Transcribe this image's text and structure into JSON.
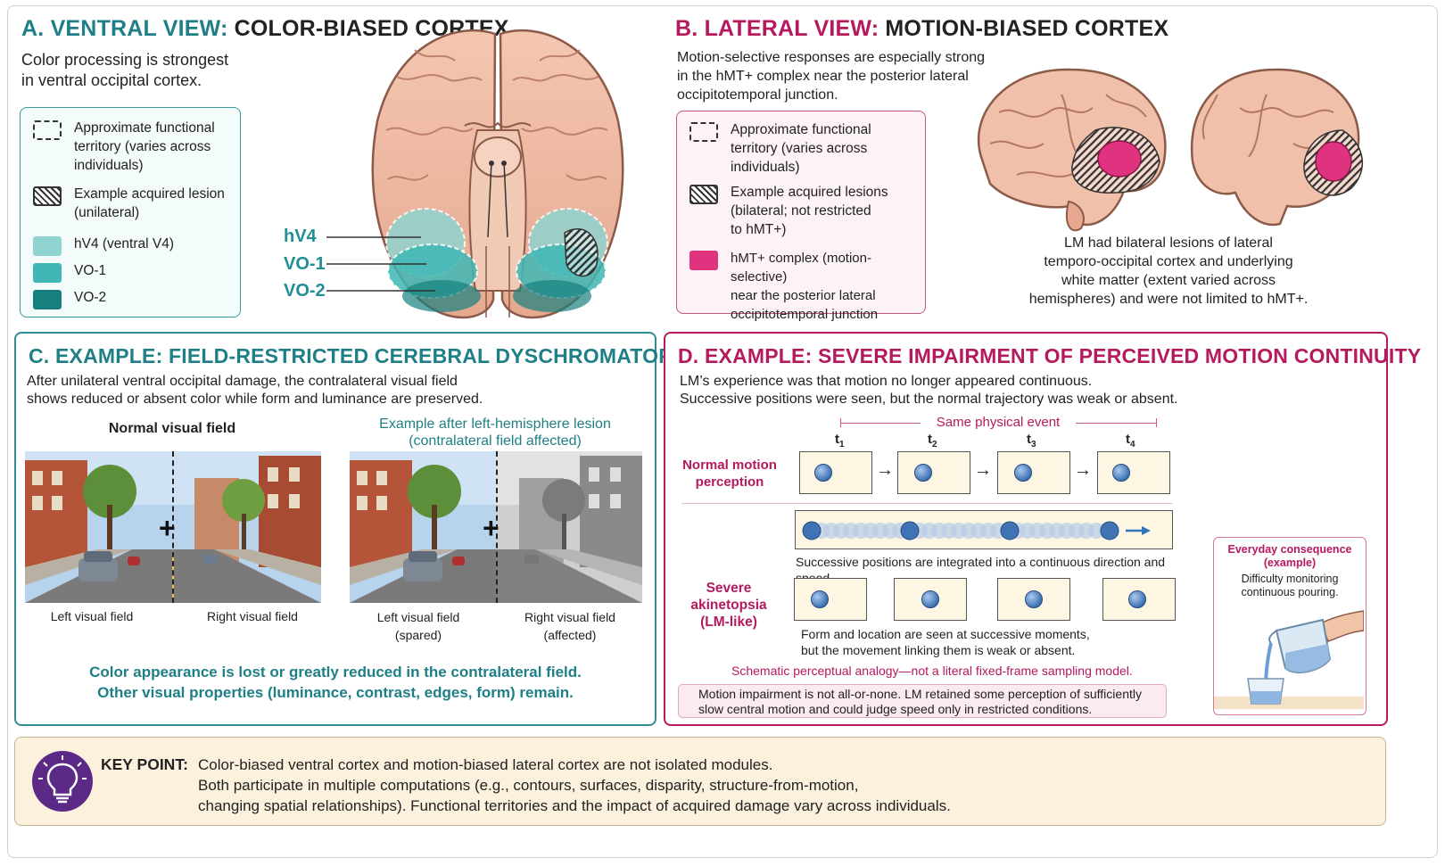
{
  "panelA": {
    "title_letter": "A.",
    "title_view": "VENTRAL VIEW:",
    "title_rest": "COLOR-BIASED CORTEX",
    "desc_line1": "Color processing is strongest",
    "desc_line2": "in ventral occipital cortex.",
    "legend": {
      "approx_line1": "Approximate functional",
      "approx_line2": "territory (varies across",
      "approx_line3": "individuals)",
      "lesion_line1": "Example acquired lesion",
      "lesion_line2": "(unilateral)",
      "hv4": "hV4 (ventral V4)",
      "vo1": "VO-1",
      "vo2": "VO-2"
    },
    "labels": {
      "hv4": "hV4",
      "vo1": "VO-1",
      "vo2": "VO-2"
    }
  },
  "panelB": {
    "title_letter": "B.",
    "title_view": "LATERAL VIEW:",
    "title_rest": "MOTION-BIASED CORTEX",
    "desc_line1": "Motion-selective responses are especially strong",
    "desc_line2": "in the hMT+ complex near the posterior lateral",
    "desc_line3": "occipitotemporal junction.",
    "legend": {
      "approx_line1": "Approximate functional",
      "approx_line2": "territory (varies across",
      "approx_line3": "individuals)",
      "lesion_line1": "Example acquired lesions",
      "lesion_line2": "(bilateral; not restricted",
      "lesion_line3": "to hMT+)",
      "hmt_line1": "hMT+ complex (motion-selective)",
      "hmt_line2": "near the posterior lateral",
      "hmt_line3": "occipitotemporal junction"
    },
    "caption_line1": "LM had bilateral lesions of lateral",
    "caption_line2": "temporo-occipital cortex and underlying",
    "caption_line3": "white matter (extent varied across",
    "caption_line4": "hemispheres) and were not limited to hMT+."
  },
  "panelC": {
    "title_letter": "C.",
    "title_rest": "EXAMPLE: FIELD-RESTRICTED CEREBRAL DYSCHROMATOPSIA",
    "desc_line1": "After unilateral ventral occipital damage, the contralateral visual field",
    "desc_line2": "shows reduced or absent color while form and luminance are preserved.",
    "normal_title": "Normal visual field",
    "lesion_title_line1": "Example after left-hemisphere lesion",
    "lesion_title_line2": "(contralateral field affected)",
    "left_field": "Left visual field",
    "right_field": "Right visual field",
    "left_field2": "Left visual field",
    "spared": "(spared)",
    "right_field2": "Right visual field",
    "affected": "(affected)",
    "fixation": "+",
    "summary_line1": "Color appearance is lost or greatly reduced in the contralateral field.",
    "summary_line2": "Other visual properties (luminance, contrast, edges, form) remain."
  },
  "panelD": {
    "title_letter": "D.",
    "title_rest": "EXAMPLE: SEVERE IMPAIRMENT OF PERCEIVED MOTION CONTINUITY",
    "desc_line1": "LM’s experience was that motion no longer appeared continuous.",
    "desc_line2": "Successive positions were seen, but the normal trajectory was weak or absent.",
    "same_event": "Same physical event",
    "t_labels": [
      "t",
      "t",
      "t",
      "t"
    ],
    "t_subs": [
      "1",
      "2",
      "3",
      "4"
    ],
    "normal_label_line1": "Normal motion",
    "normal_label_line2": "perception",
    "integrated_caption": "Successive positions are integrated into a continuous direction and speed.",
    "akin_label_line1": "Severe",
    "akin_label_line2": "akinetopsia",
    "akin_label_line3": "(LM-like)",
    "akin_caption_line1": "Form and location are seen at successive moments,",
    "akin_caption_line2": "but the movement linking them is weak or absent.",
    "analogy": "Schematic perceptual analogy—not a literal fixed-frame sampling model.",
    "note_line1": "Motion impairment is not all-or-none.  LM retained some perception of sufficiently",
    "note_line2": "slow central motion and could judge speed only in restricted conditions.",
    "everyday_title_line1": "Everyday consequence",
    "everyday_title_line2": "(example)",
    "everyday_desc_line1": "Difficulty monitoring",
    "everyday_desc_line2": "continuous pouring."
  },
  "keypoint": {
    "label": "KEY POINT:",
    "line1": "Color-biased ventral cortex and motion-biased lateral cortex are not isolated modules.",
    "line2": "Both participate in multiple computations (e.g., contours, surfaces, disparity, structure-from-motion,",
    "line3": "changing spatial relationships). Functional territories and the impact of acquired damage vary across individuals."
  },
  "colors": {
    "teal": "#1f7f86",
    "magenta": "#b5195e",
    "hv4": "#8fd4d0",
    "vo1": "#3fb7b4",
    "vo2": "#17807f",
    "hmt": "#e0337f",
    "keypoint_bg": "#fbf1dd"
  },
  "icons": [
    "lightbulb-icon",
    "fixation-cross-icon",
    "arrow-right-icon",
    "brain-ventral-icon",
    "brain-lateral-icon",
    "pitcher-icon"
  ]
}
